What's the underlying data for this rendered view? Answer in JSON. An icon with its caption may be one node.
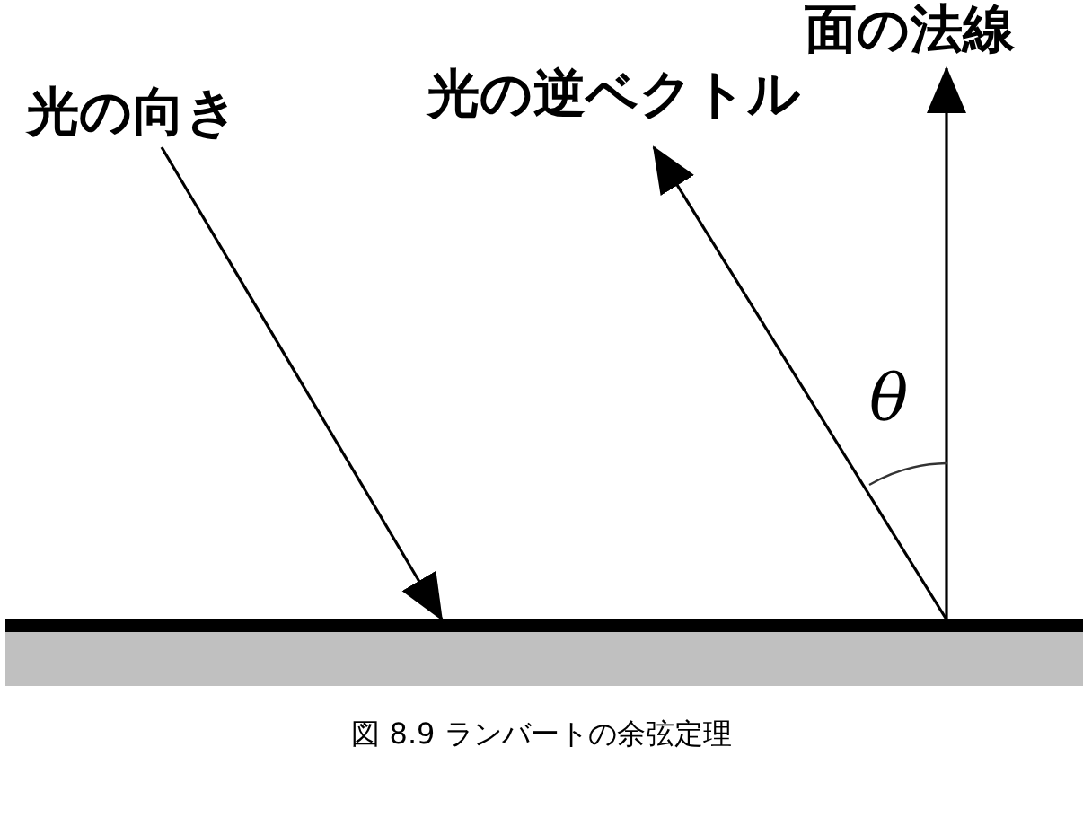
{
  "diagram": {
    "caption": "図 8.9 ランバートの余弦定理",
    "nodes": [
      {
        "text": [
          "光の向き"
        ]
      },
      {
        "text": [
          "光の逆ベクトル"
        ]
      },
      {
        "text": [
          "面の法線"
        ]
      },
      {
        "text": [],
        "shape": "bar"
      }
    ],
    "edges": [
      {
        "from": 0,
        "to": 3,
        "arrow": "to"
      },
      {
        "from": 3,
        "to": 1,
        "arrow": "to"
      },
      {
        "from": 3,
        "to": 2,
        "arrow": "to"
      }
    ],
    "labels": [
      "θ"
    ]
  }
}
